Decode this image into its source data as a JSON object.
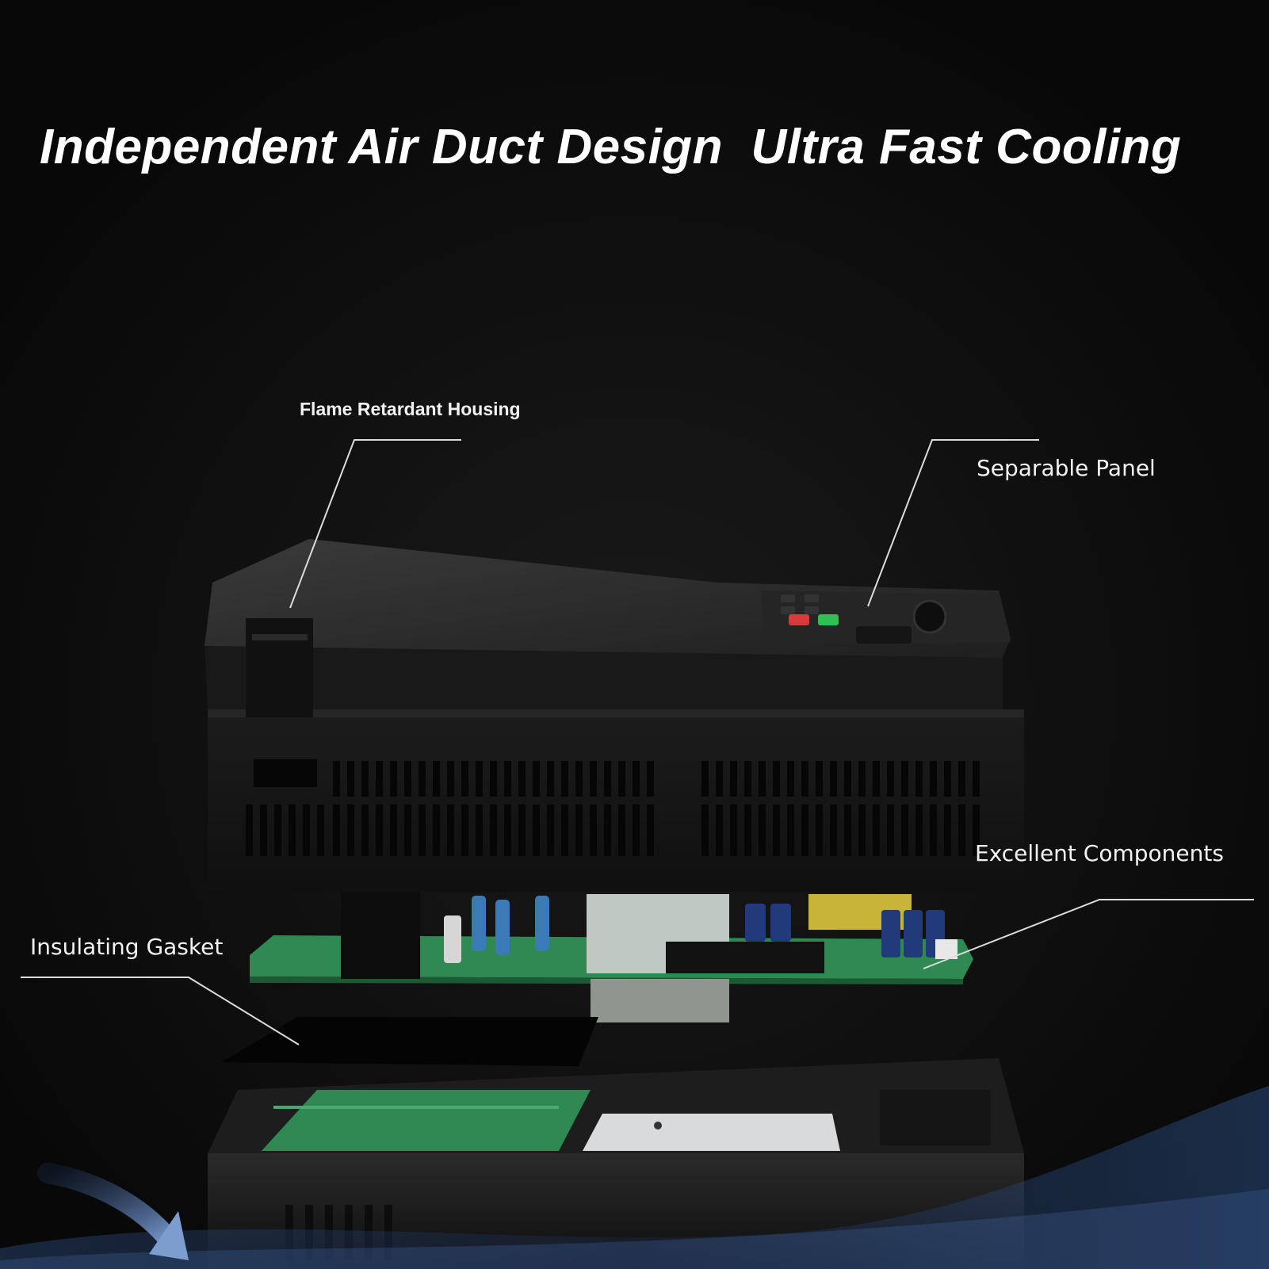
{
  "headline": "Independent Air Duct Design  Ultra Fast Cooling",
  "callouts": {
    "flame_retardant_housing": "Flame Retardant Housing",
    "separable_panel": "Separable Panel",
    "excellent_components": "Excellent Components",
    "insulating_gasket": "Insulating Gasket"
  },
  "colors": {
    "background": "#0c0c0c",
    "text": "#ffffff",
    "housing": "#1b1b1b",
    "pcb_green": "#2e8a52",
    "airflow_blue": "#3b5e95",
    "button_red": "#d83a3a",
    "button_green": "#2fbf54"
  },
  "icons": [
    "airflow-arrow-icon"
  ]
}
